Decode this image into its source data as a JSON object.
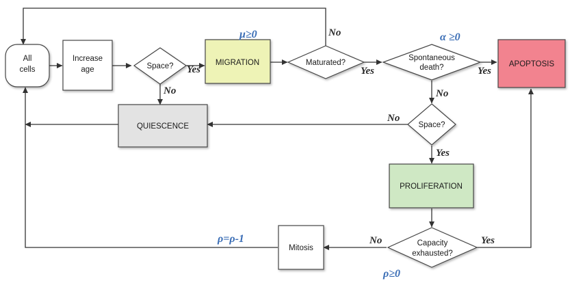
{
  "nodes": {
    "all_cells": [
      "All",
      "cells"
    ],
    "increase_age": [
      "Increase",
      "age"
    ],
    "space_top": [
      "Space?"
    ],
    "migration": [
      "MIGRATION"
    ],
    "maturated": [
      "Maturated?"
    ],
    "spontaneous_death": [
      "Spontaneous",
      "death?"
    ],
    "apoptosis": [
      "APOPTOSIS"
    ],
    "quiescence": [
      "QUIESCENCE"
    ],
    "space_mid": [
      "Space?"
    ],
    "proliferation": [
      "PROLIFERATION"
    ],
    "capacity_exhausted": [
      "Capacity",
      "exhausted?"
    ],
    "mitosis": [
      "Mitosis"
    ]
  },
  "edge_labels": {
    "space_top_yes": "Yes",
    "space_top_no": "No",
    "maturated_yes": "Yes",
    "maturated_no": "No",
    "spontaneous_yes": "Yes",
    "spontaneous_no": "No",
    "space_mid_no": "No",
    "space_mid_yes": "Yes",
    "capacity_no": "No",
    "capacity_yes": "Yes"
  },
  "params": {
    "mu": "μ≥0",
    "alpha": "α ≥0",
    "rho_update": "ρ=ρ-1",
    "rho": "ρ≥0"
  },
  "colors": {
    "migration": "#eef3b6",
    "apoptosis": "#f2838f",
    "quiescence": "#e3e3e3",
    "proliferation": "#cfe8c4",
    "param_text": "#3a6db5"
  }
}
